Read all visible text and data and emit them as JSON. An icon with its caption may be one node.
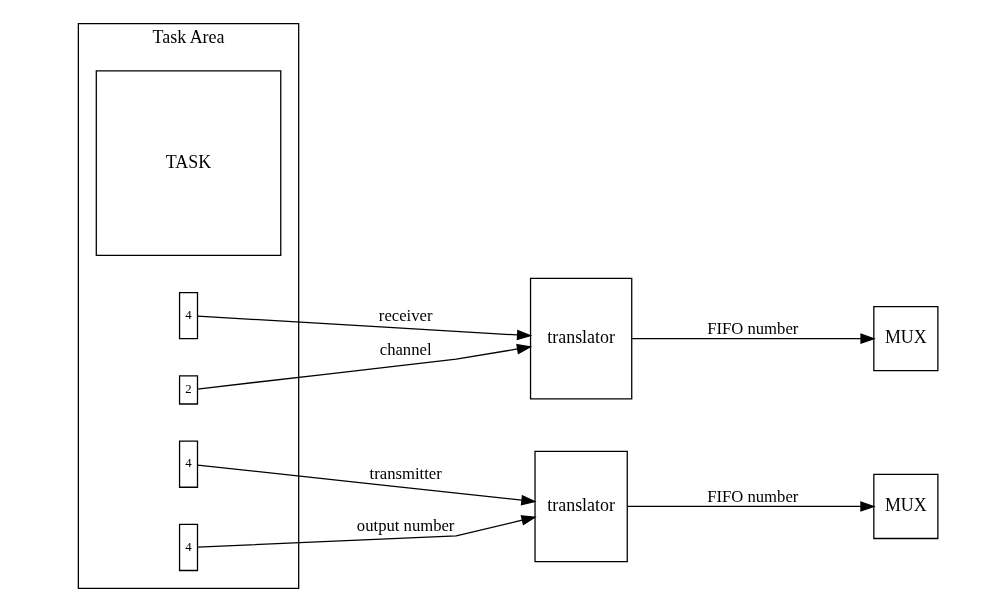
{
  "diagram": {
    "nodes": [
      {
        "text": [
          "Task Area"
        ]
      },
      {
        "text": [
          "TASK"
        ],
        "in": 0
      },
      {
        "text": [
          "4"
        ],
        "in": 0
      },
      {
        "text": [
          "4"
        ],
        "in": 0
      },
      {
        "text": [
          "2"
        ],
        "in": 0
      },
      {
        "text": [
          "4"
        ],
        "in": 0
      },
      {
        "text": [
          "translator"
        ]
      },
      {
        "text": [
          "MUX"
        ]
      },
      {
        "text": [
          "translator"
        ]
      },
      {
        "text": [
          "MUX"
        ]
      }
    ],
    "edges": [
      {
        "from": 3,
        "to": 6,
        "arrow": "to",
        "label": "transmitter"
      },
      {
        "from": 5,
        "to": 6,
        "arrow": "to",
        "label": "output number"
      },
      {
        "from": 6,
        "to": 7,
        "arrow": "to",
        "label": "FIFO number"
      },
      {
        "from": 2,
        "to": 8,
        "arrow": "to",
        "label": "receiver"
      },
      {
        "from": 4,
        "to": 8,
        "arrow": "to",
        "label": "channel"
      },
      {
        "from": 8,
        "to": 9,
        "arrow": "to",
        "label": "FIFO number"
      }
    ]
  }
}
